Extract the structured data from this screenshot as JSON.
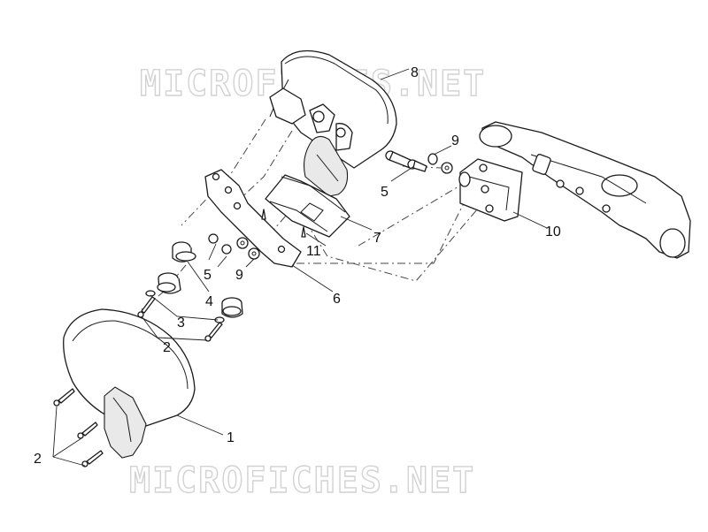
{
  "watermark": {
    "text": "MICROFICHES.NET"
  },
  "callouts": {
    "c1": "1",
    "c2a": "2",
    "c2b": "2",
    "c3": "3",
    "c4": "4",
    "c5a": "5",
    "c5b": "5",
    "c6": "6",
    "c7": "7",
    "c8": "8",
    "c9a": "9",
    "c9b": "9",
    "c10": "10",
    "c11": "11"
  }
}
